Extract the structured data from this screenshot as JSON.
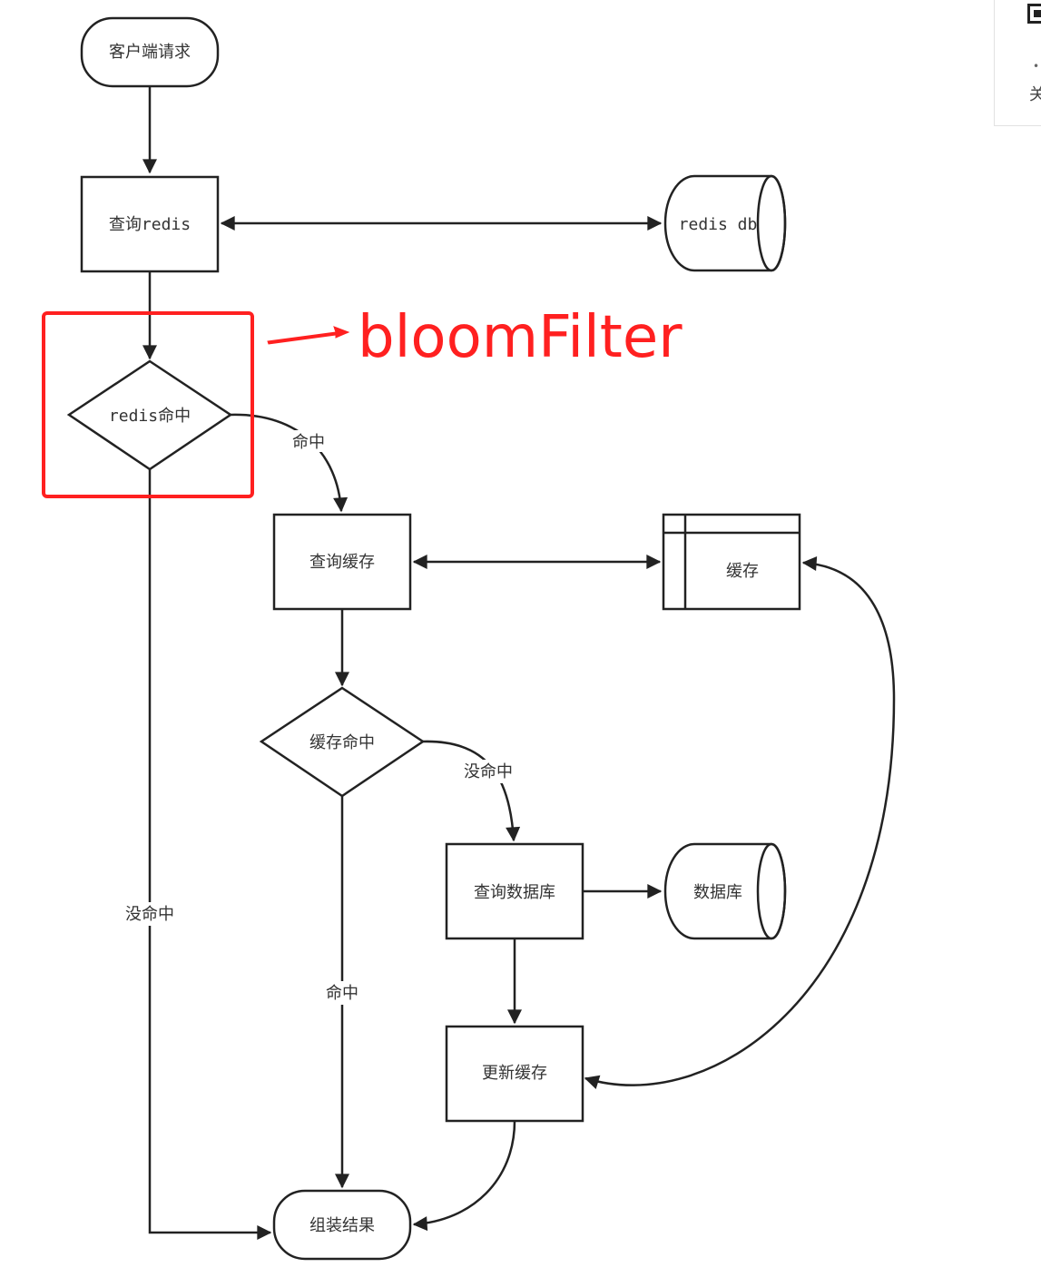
{
  "nodes": {
    "client_request": "客户端请求",
    "query_redis": "查询redis",
    "redis_db": "redis db",
    "redis_hit": "redis命中",
    "query_cache": "查询缓存",
    "cache_store": "缓存",
    "cache_hit": "缓存命中",
    "query_db": "查询数据库",
    "database": "数据库",
    "update_cache": "更新缓存",
    "assemble_result": "组装结果"
  },
  "edges": {
    "redis_hit_yes": "命中",
    "redis_hit_no": "没命中",
    "cache_hit_yes": "命中",
    "cache_hit_no": "没命中"
  },
  "annotation": {
    "text": "bloomFilter",
    "color": "#ff2020"
  },
  "side_panel": {
    "text": "关",
    "dot": "•"
  },
  "colors": {
    "stroke": "#222222",
    "text": "#333333",
    "highlight": "#ff2020"
  }
}
